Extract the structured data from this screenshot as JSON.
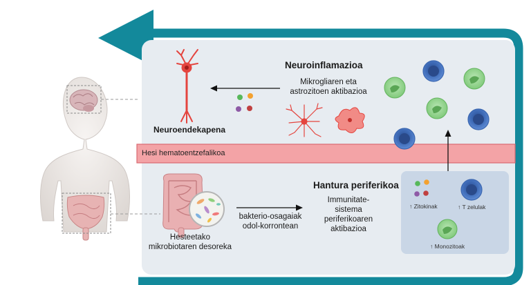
{
  "diagram": {
    "neuroinflammation": {
      "title": "Neuroinflamazioa",
      "subtitle_line1": "Mikrogliaren eta",
      "subtitle_line2": "astrozitoen aktibazioa"
    },
    "neurodegeneration": {
      "label": "Neuroendekapena"
    },
    "barrier": {
      "label": "Hesi hematoentzefalikoa"
    },
    "peripheral": {
      "title": "Hantura periferikoa",
      "legend": {
        "cytokines": "↑ Zitokinak",
        "t_cells": "↑ T zelulak",
        "monocytes": "↑ Monozitoak"
      }
    },
    "gut": {
      "label_line1": "Hesteetako",
      "label_line2": "mikrobiotaren desoreka"
    },
    "arrow_label": {
      "line1": "bakterio-osagaiak",
      "line2": "odol-korrontean"
    },
    "immune_activation": {
      "line1": "Immunitate-",
      "line2": "sistema",
      "line3": "periferikoaren",
      "line4": "aktibazioa"
    },
    "colors": {
      "teal_frame": "#13899b",
      "panel_bg": "#e7ecf1",
      "barrier_fill": "#f3a3a6",
      "barrier_stroke": "#d96a71",
      "inset_bg": "#c9d6e6",
      "neuron": "#e4443e",
      "t_cell": "#4a78c2",
      "monocyte": "#8fd18a"
    }
  }
}
